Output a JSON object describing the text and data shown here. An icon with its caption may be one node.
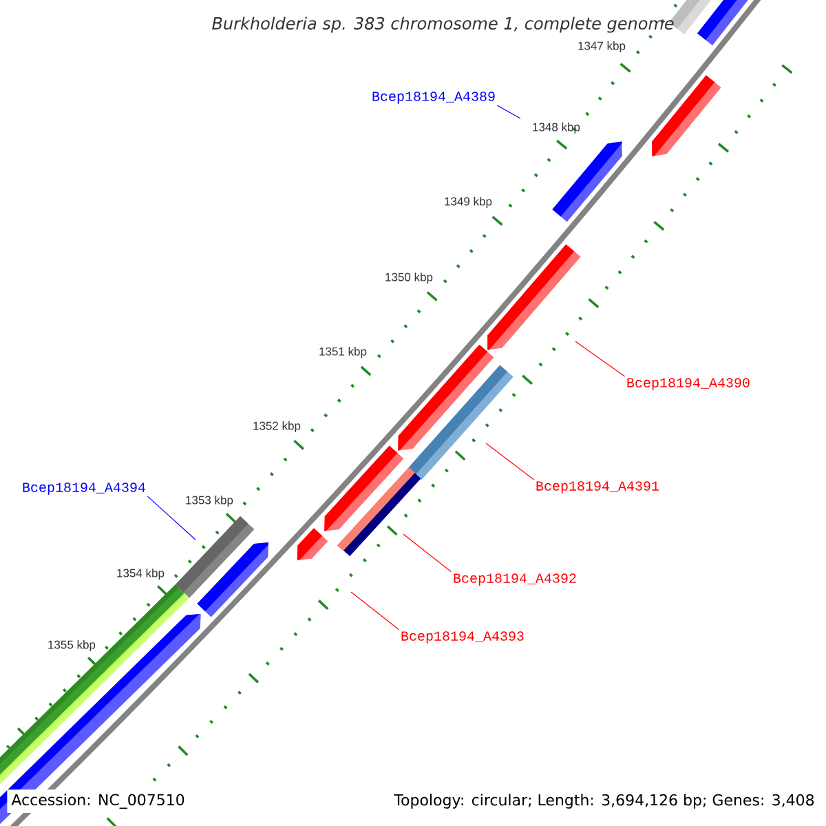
{
  "diagram": {
    "title": "Burkholderia sp. 383 chromosome 1, complete genome",
    "nodes": [
      {
        "text": [
          "Bcep18194_A4389"
        ]
      },
      {
        "text": [
          "Bcep18194_A4390"
        ]
      },
      {
        "text": [
          "Bcep18194_A4394"
        ]
      },
      {
        "text": [
          "Bcep18194_A4391"
        ]
      },
      {
        "text": [
          "Bcep18194_A4392"
        ]
      },
      {
        "text": [
          "Bcep18194_A4393"
        ]
      }
    ],
    "edges": [
      {
        "from": 0,
        "to": null,
        "arrow": "none",
        "color": "#0000ff"
      },
      {
        "from": 1,
        "to": null,
        "arrow": "none",
        "color": "#ff0000"
      },
      {
        "from": 2,
        "to": null,
        "arrow": "none",
        "color": "#0000ff"
      },
      {
        "from": 3,
        "to": null,
        "arrow": "none",
        "color": "#ff0000"
      },
      {
        "from": 4,
        "to": null,
        "arrow": "none",
        "color": "#ff0000"
      },
      {
        "from": 5,
        "to": null,
        "arrow": "none",
        "color": "#ff0000"
      }
    ],
    "labels": [
      "1347 kbp",
      "1348 kbp",
      "1349 kbp",
      "1350 kbp",
      "1351 kbp",
      "1352 kbp",
      "1353 kbp",
      "1354 kbp",
      "1355 kbp",
      "Accession: NC_007510",
      "Topology: circular; Length: 3,694,126 bp; Genes: 3,408"
    ]
  }
}
